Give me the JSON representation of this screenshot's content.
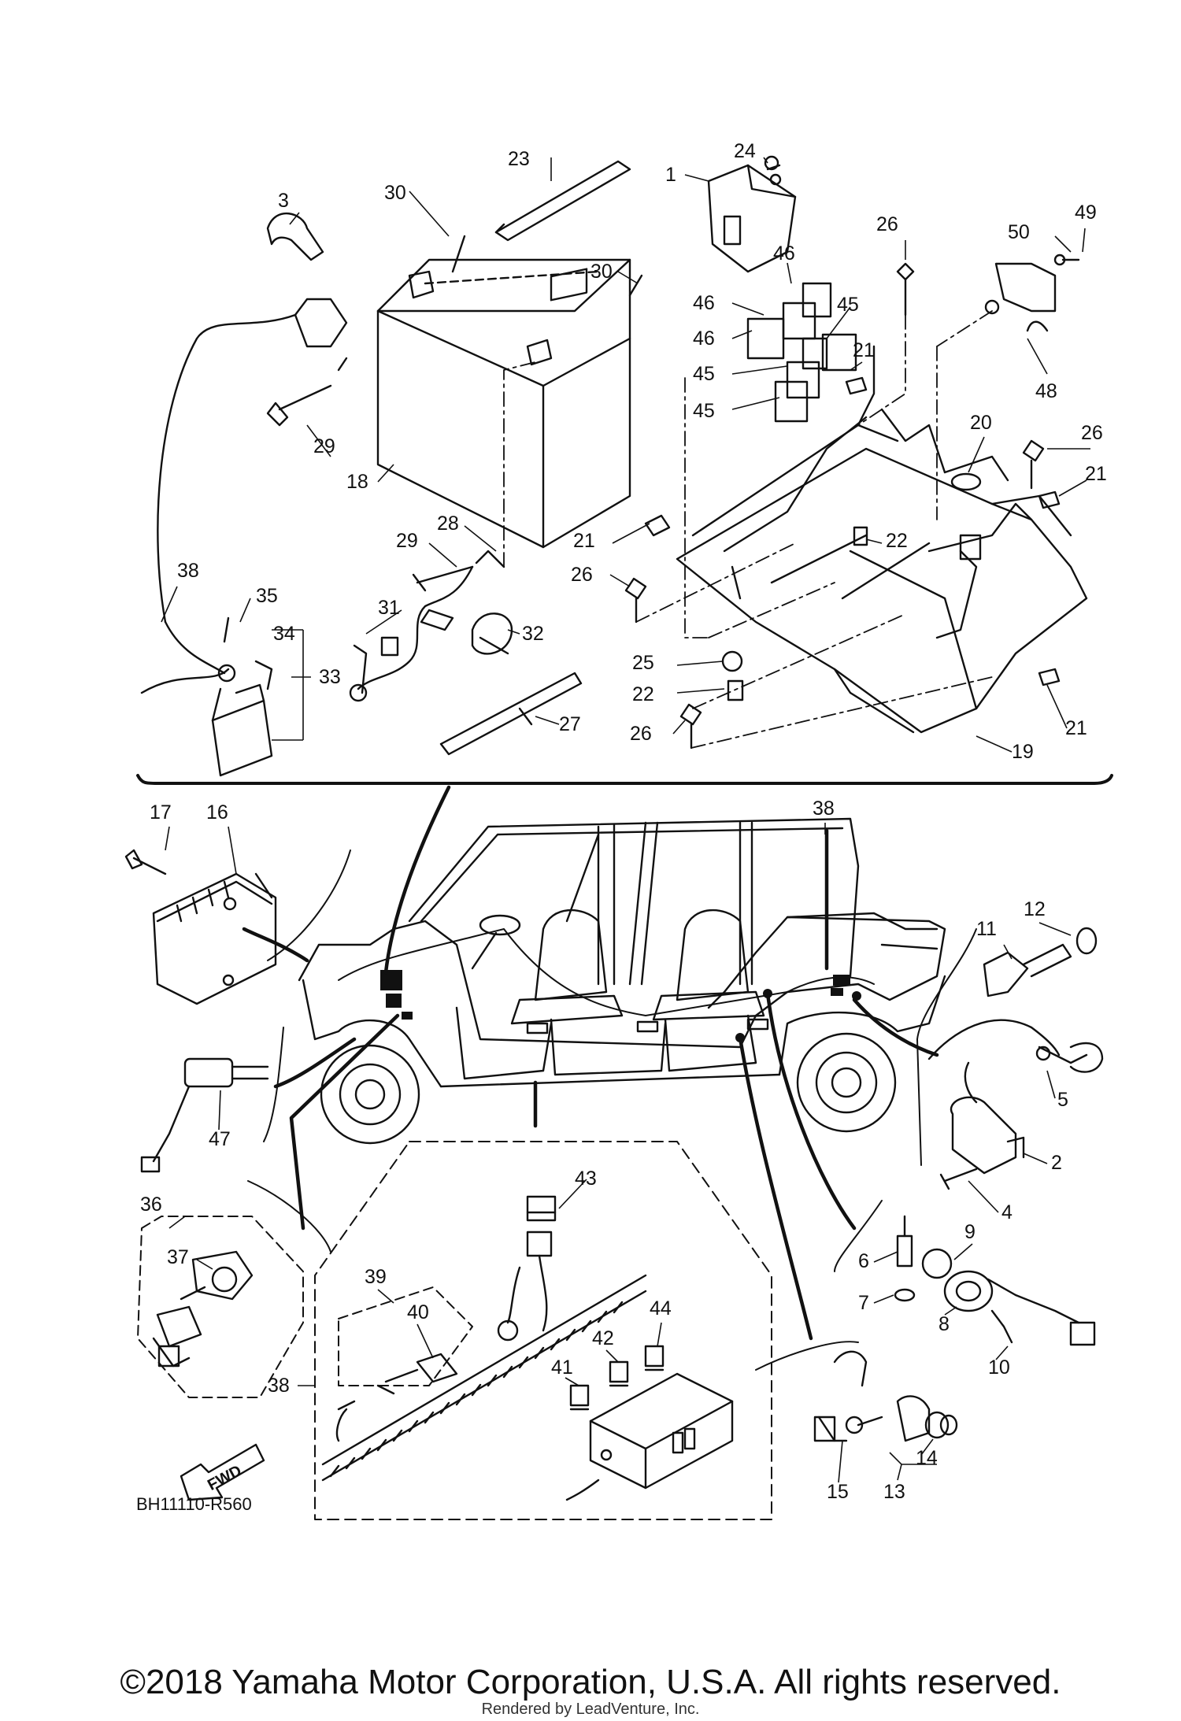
{
  "diagram": {
    "callouts": [
      "1",
      "2",
      "3",
      "4",
      "5",
      "6",
      "7",
      "8",
      "9",
      "10",
      "11",
      "12",
      "13",
      "14",
      "15",
      "16",
      "17",
      "18",
      "19",
      "20",
      "21",
      "22",
      "23",
      "24",
      "25",
      "26",
      "27",
      "28",
      "29",
      "30",
      "31",
      "32",
      "33",
      "34",
      "35",
      "36",
      "37",
      "38",
      "39",
      "40",
      "41",
      "42",
      "43",
      "44",
      "45",
      "46",
      "47",
      "48",
      "49",
      "50"
    ],
    "diagram_code": "BH11110-R560",
    "fwd_label": "FWD"
  },
  "footer": {
    "copyright": "©2018 Yamaha Motor Corporation, U.S.A. All rights reserved.",
    "rendered_by": "Rendered by LeadVenture, Inc."
  }
}
